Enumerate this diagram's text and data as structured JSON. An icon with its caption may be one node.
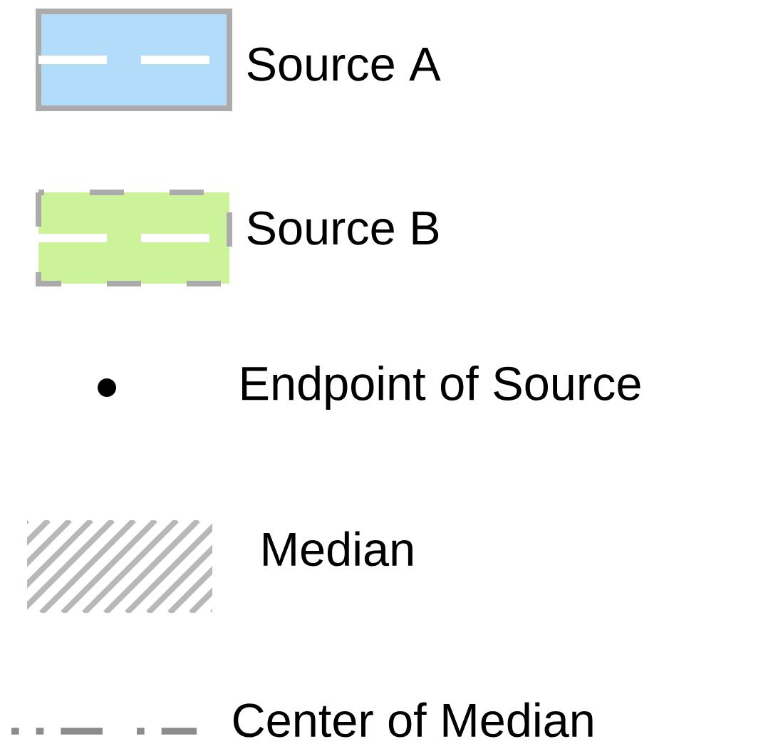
{
  "diagram": {
    "legend": [
      {
        "text": "Source A",
        "color": "#b3dcfb"
      },
      {
        "text": "Source B",
        "color": "#ccf29a"
      },
      {
        "text": "Endpoint of Source"
      },
      {
        "text": "Median"
      },
      {
        "text": "Center of Median"
      }
    ]
  }
}
